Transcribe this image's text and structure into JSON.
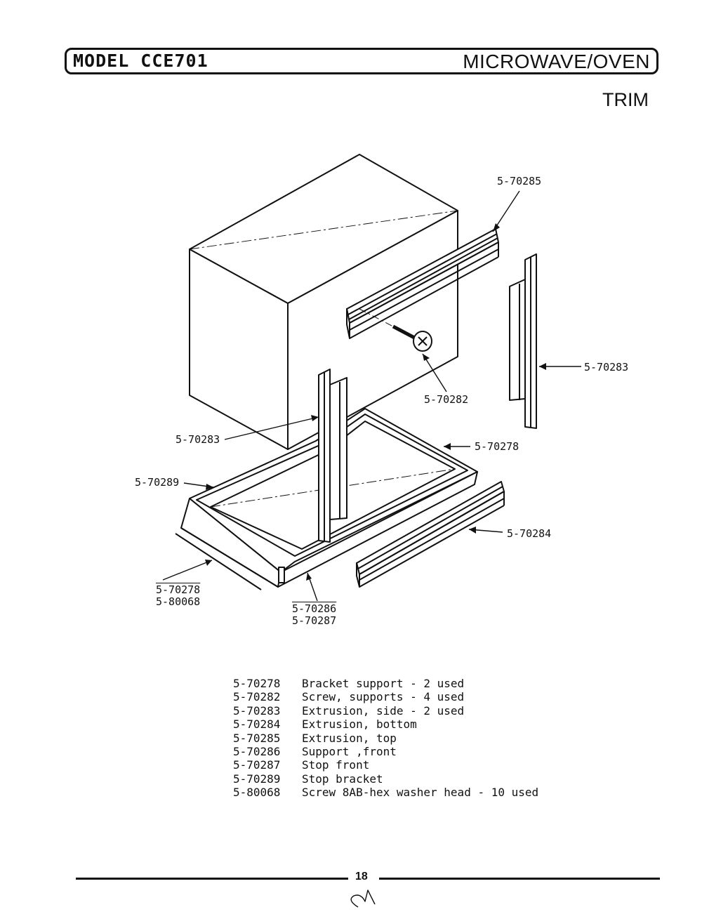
{
  "header": {
    "model": "MODEL CCE701",
    "product": "MICROWAVE/OVEN",
    "section": "TRIM"
  },
  "callouts": {
    "top_extrusion": "5-70285",
    "right_side": "5-70283",
    "screw": "5-70282",
    "left_side": "5-70283",
    "bracket": "5-70278",
    "stop_bracket": "5-70289",
    "bottom_extrusion": "5-70284",
    "corner_a": "5-70278",
    "corner_b": "5-80068",
    "front_a": "5-70286",
    "front_b": "5-70287"
  },
  "parts_list": [
    {
      "number": "5-70278",
      "description": "Bracket support - 2 used"
    },
    {
      "number": "5-70282",
      "description": "Screw, supports - 4 used"
    },
    {
      "number": "5-70283",
      "description": "Extrusion, side - 2 used"
    },
    {
      "number": "5-70284",
      "description": "Extrusion, bottom"
    },
    {
      "number": "5-70285",
      "description": "Extrusion, top"
    },
    {
      "number": "5-70286",
      "description": "Support ,front"
    },
    {
      "number": "5-70287",
      "description": "Stop front"
    },
    {
      "number": "5-70289",
      "description": "Stop bracket"
    },
    {
      "number": "5-80068",
      "description": "Screw 8AB-hex washer head - 10 used"
    }
  ],
  "footer": {
    "page_number": "18"
  }
}
